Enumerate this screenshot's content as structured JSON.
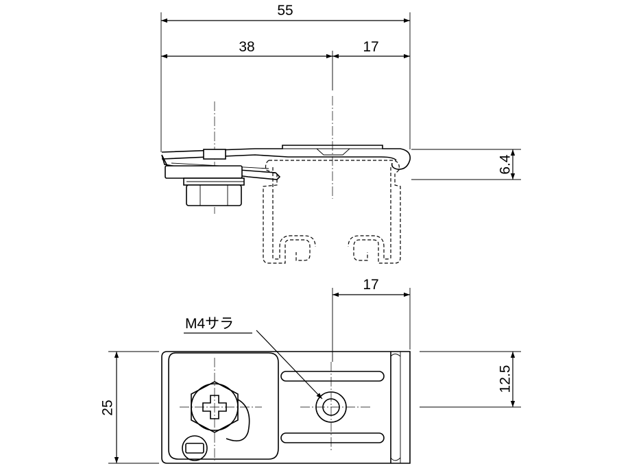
{
  "dimensions": {
    "overall_width": "55",
    "left_offset": "38",
    "right_offset_top": "17",
    "height": "6.4",
    "right_offset_bottom": "17",
    "half_width": "12.5",
    "width": "25"
  },
  "annotations": {
    "screw_callout": "M4サラ"
  },
  "colors": {
    "line": "#000000",
    "background": "#ffffff"
  }
}
